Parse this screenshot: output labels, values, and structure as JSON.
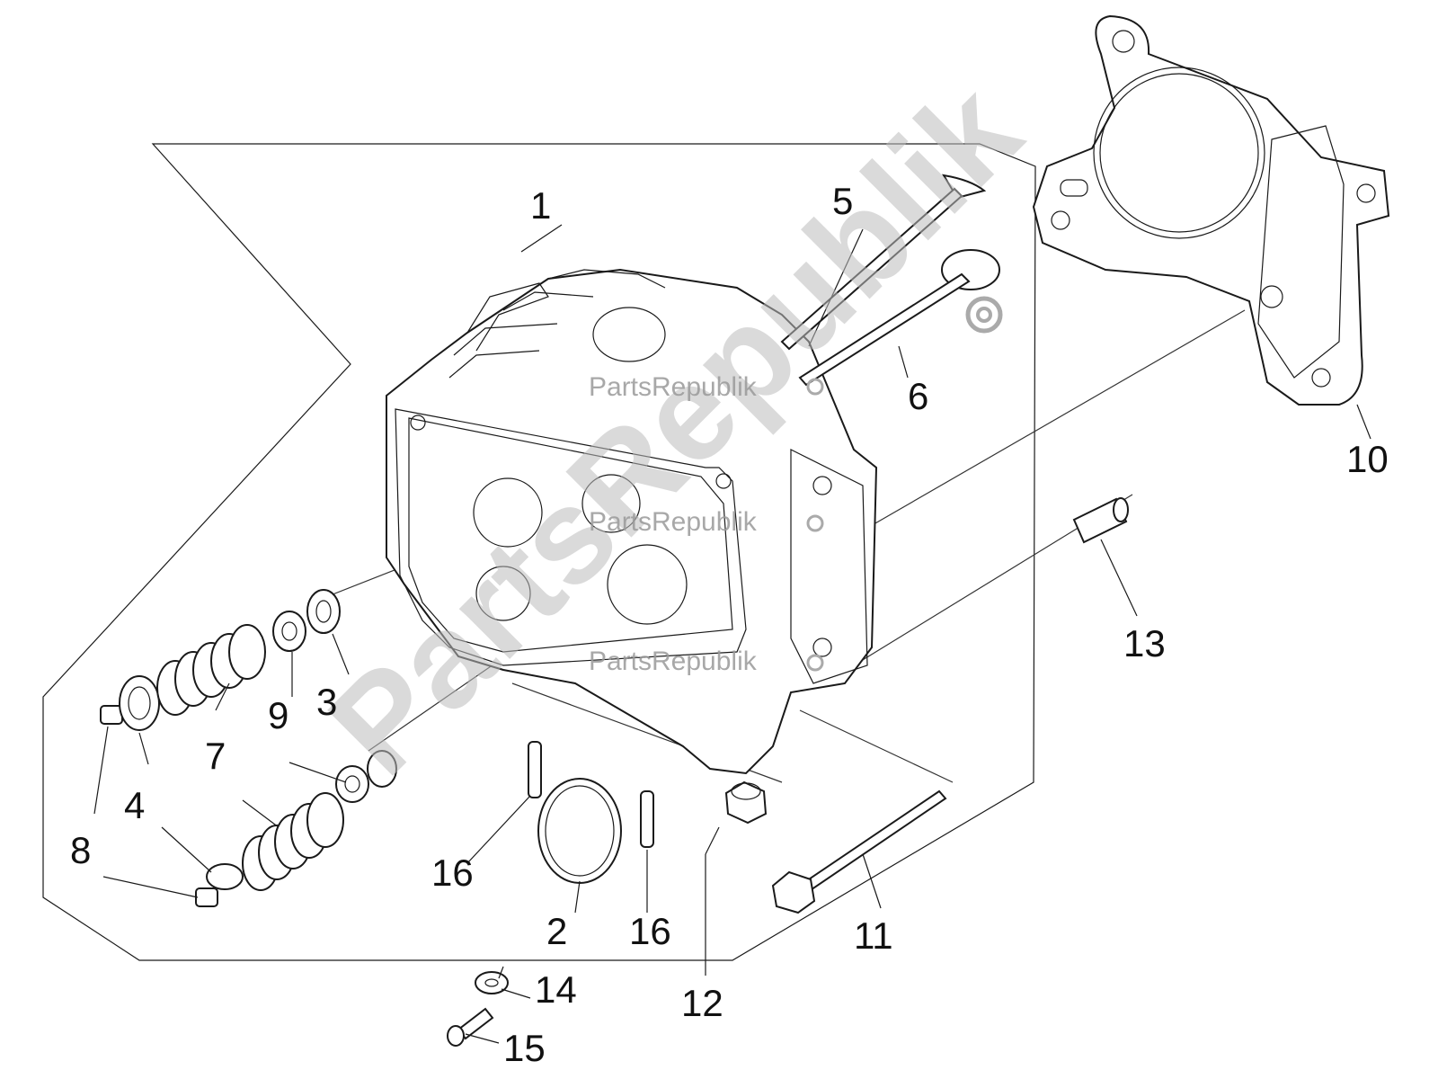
{
  "watermark": {
    "brand": "PartsRepublik",
    "big_text": "PartsRepublik"
  },
  "callouts": [
    {
      "id": "1",
      "label": "1"
    },
    {
      "id": "2",
      "label": "2"
    },
    {
      "id": "3a",
      "label": "3"
    },
    {
      "id": "4a",
      "label": "4"
    },
    {
      "id": "4b",
      "label": "4"
    },
    {
      "id": "5",
      "label": "5"
    },
    {
      "id": "6",
      "label": "6"
    },
    {
      "id": "7a",
      "label": "7"
    },
    {
      "id": "7b",
      "label": "7"
    },
    {
      "id": "8",
      "label": "8"
    },
    {
      "id": "9",
      "label": "9"
    },
    {
      "id": "10",
      "label": "10"
    },
    {
      "id": "11",
      "label": "11"
    },
    {
      "id": "12",
      "label": "12"
    },
    {
      "id": "13",
      "label": "13"
    },
    {
      "id": "14",
      "label": "14"
    },
    {
      "id": "15",
      "label": "15"
    },
    {
      "id": "16a",
      "label": "16"
    },
    {
      "id": "16b",
      "label": "16"
    }
  ]
}
